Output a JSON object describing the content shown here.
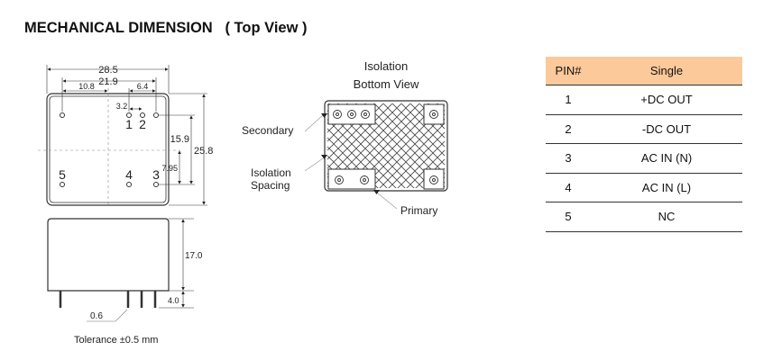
{
  "title": "MECHANICAL DIMENSION   ( Top View )",
  "top_view": {
    "dims": {
      "overall_width": "28.5",
      "pin_span": "21.9",
      "center_offset": "10.8",
      "pin_offset": "6.4",
      "pin_pitch": "3.2",
      "row_spacing": "15.9",
      "overall_height": "25.8",
      "half_height": "7.95"
    },
    "pins": [
      "1",
      "2",
      "3",
      "4",
      "5"
    ]
  },
  "side_view": {
    "dims": {
      "body_height": "17.0",
      "pin_length": "4.0",
      "pin_diameter": "0.6"
    }
  },
  "tolerance": "Tolerance ±0.5 mm",
  "bottom_view": {
    "title_line1": "Isolation",
    "title_line2": "Bottom View",
    "labels": {
      "secondary": "Secondary",
      "isolation_line1": "Isolation",
      "isolation_line2": "Spacing",
      "primary": "Primary"
    }
  },
  "pin_table": {
    "headers": [
      "PIN#",
      "Single"
    ],
    "rows": [
      [
        "1",
        "+DC OUT"
      ],
      [
        "2",
        "-DC OUT"
      ],
      [
        "3",
        "AC IN (N)"
      ],
      [
        "4",
        "AC IN (L)"
      ],
      [
        "5",
        "NC"
      ]
    ],
    "header_color": "#fcc99a"
  }
}
